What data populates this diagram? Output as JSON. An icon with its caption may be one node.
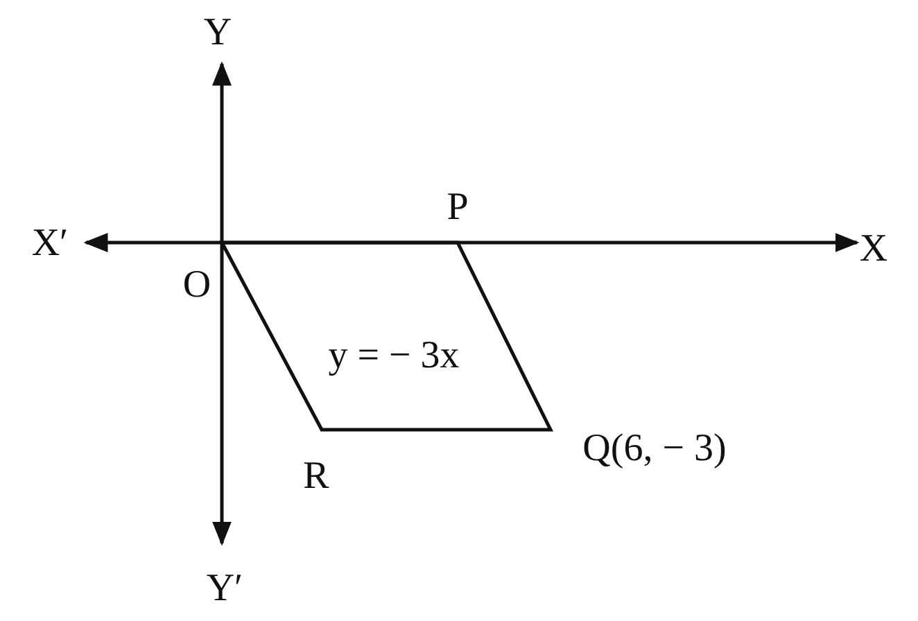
{
  "diagram": {
    "labels": [
      "Y",
      "P",
      "X′",
      "X",
      "O",
      "y = − 3x",
      "Q(6, − 3)",
      "R",
      "Y′"
    ]
  }
}
